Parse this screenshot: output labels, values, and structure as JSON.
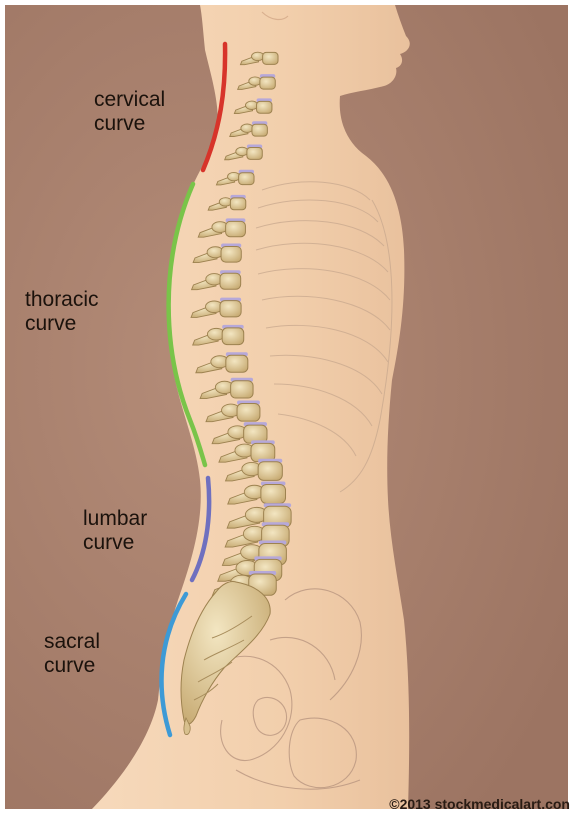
{
  "labels": {
    "cervical": {
      "line1": "cervical",
      "line2": "curve"
    },
    "thoracic": {
      "line1": "thoracic",
      "line2": "curve"
    },
    "lumbar": {
      "line1": "lumbar",
      "line2": "curve"
    },
    "sacral": {
      "line1": "sacral",
      "line2": "curve"
    }
  },
  "colors": {
    "background": "#a9806d",
    "skin": "#f1cfae",
    "bone": "#e5d2a3",
    "disc": "#b6a8d9",
    "cervical_curve": "#d7342a",
    "thoracic_curve": "#79c449",
    "lumbar_curve": "#6f70bf",
    "sacral_curve": "#3d9ad6"
  },
  "copyright": "©2013 stockmedicalart.con"
}
